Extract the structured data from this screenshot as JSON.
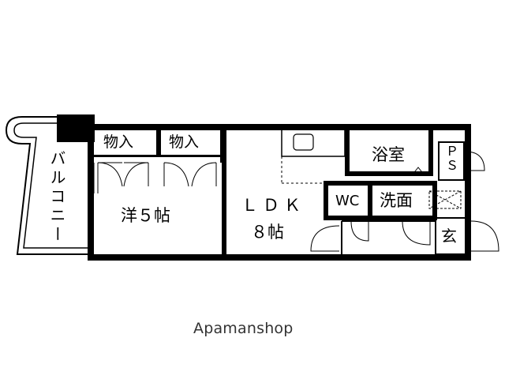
{
  "plan": {
    "balcony": "バルコニー",
    "closet_left": "物入",
    "closet_right": "物入",
    "western_room": "洋５帖",
    "ldk": "ＬＤＫ",
    "ldk_size": "８帖",
    "bathroom": "浴室",
    "pipe_space": "ＰＳ",
    "toilet": "WC",
    "washroom": "洗面",
    "entrance": "玄"
  },
  "watermark": "Apamanshop"
}
